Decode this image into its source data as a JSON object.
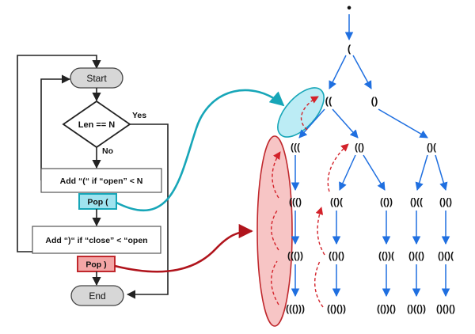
{
  "flowchart": {
    "start": "Start",
    "condition": "Len == N",
    "yes": "Yes",
    "no": "No",
    "add_open": "Add “(“ if  “open” < N",
    "pop_open": "Pop (",
    "add_close": "Add “)“ if “close” < “open",
    "pop_close": "Pop )",
    "end": "End"
  },
  "tree": {
    "root": "•",
    "level1": "(",
    "level2": [
      "((",
      "()"
    ],
    "level3": [
      "(((",
      "(()",
      "()("
    ],
    "level4": [
      "((()",
      "(()(",
      "(())",
      "()((",
      "()()"
    ],
    "level5": [
      "((())",
      "(()()",
      "(())(",
      "()(()",
      "()()("
    ],
    "level6": [
      "((()))",
      "(()())",
      "(())()",
      "()(())",
      "()()()"
    ]
  },
  "colors": {
    "tree_arrow": "#1f6fe0",
    "pop_open_fill": "#9fe3ef",
    "pop_open_stroke": "#17a6b8",
    "pop_close_fill": "#f3a6a6",
    "pop_close_stroke": "#c0282d"
  }
}
